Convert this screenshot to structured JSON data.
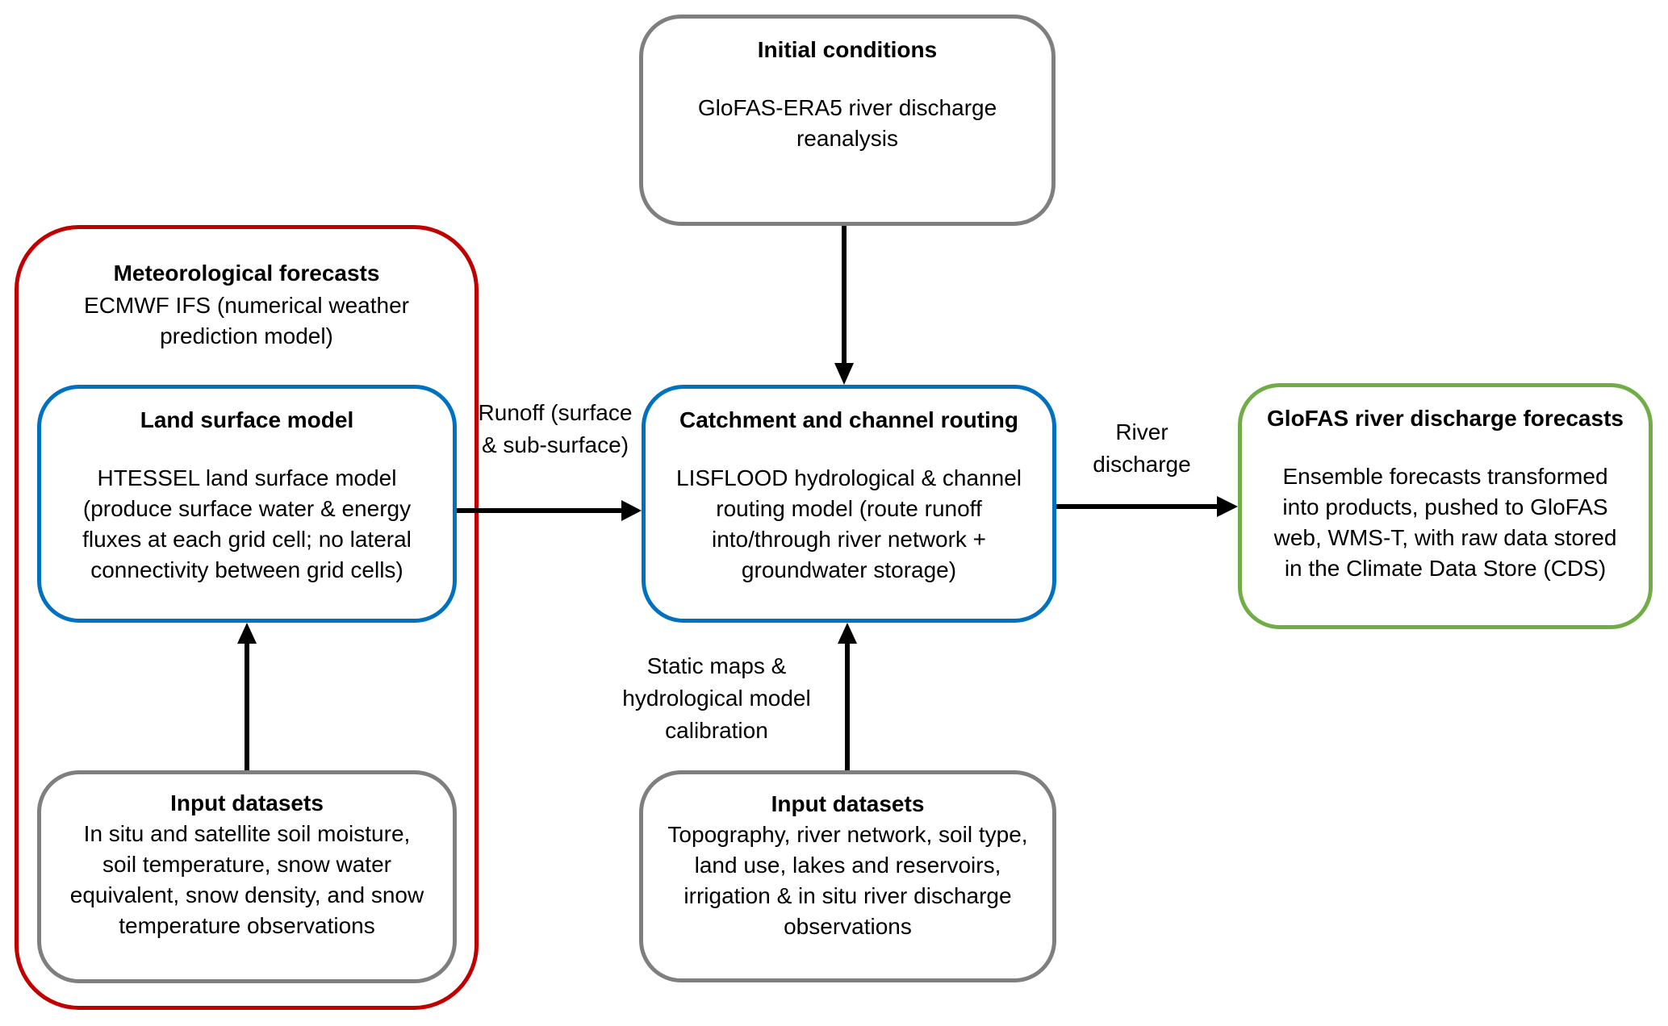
{
  "diagram": {
    "initial_conditions": {
      "title": "Initial conditions",
      "body": "GloFAS-ERA5 river discharge reanalysis"
    },
    "meteorological_forecasts": {
      "title": "Meteorological forecasts",
      "body": "ECMWF IFS  (numerical weather prediction model)"
    },
    "land_surface_model": {
      "title": "Land surface model",
      "body": "HTESSEL land surface model (produce surface water & energy fluxes at each grid cell; no lateral connectivity between grid cells)"
    },
    "input_datasets_left": {
      "title": "Input datasets",
      "body": "In situ and satellite soil moisture, soil temperature, snow water equivalent, snow density, and snow temperature observations"
    },
    "catchment_routing": {
      "title": "Catchment and channel routing",
      "body": "LISFLOOD hydrological & channel routing model (route runoff into/through river network + groundwater storage)"
    },
    "input_datasets_center": {
      "title": "Input datasets",
      "body": "Topography, river network, soil type, land use, lakes and reservoirs, irrigation & in situ river discharge observations"
    },
    "glofas_forecasts": {
      "title": "GloFAS river discharge forecasts",
      "body": "Ensemble forecasts transformed into products, pushed to GloFAS web, WMS-T, with raw data stored in the Climate Data Store (CDS)"
    },
    "edge_labels": {
      "runoff": "Runoff (surface & sub-surface)",
      "river_discharge": "River discharge",
      "static_maps": "Static maps & hydrological model calibration"
    },
    "colors": {
      "red": "#c00000",
      "blue": "#0070c0",
      "green": "#70ad47",
      "gray": "#7f7f7f",
      "arrow": "#000000"
    }
  }
}
